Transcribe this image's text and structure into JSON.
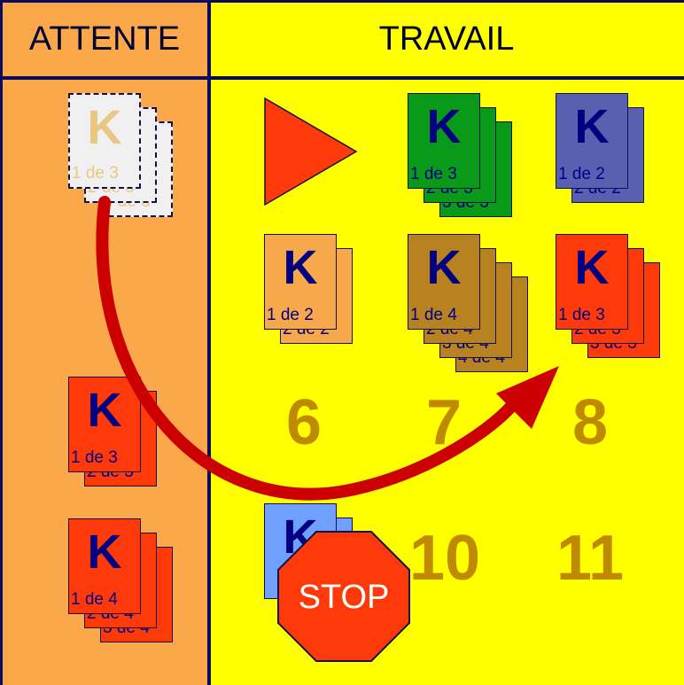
{
  "columns": {
    "attente": "ATTENTE",
    "travail": "TRAVAIL"
  },
  "kanban_letter": "K",
  "colors": {
    "attente_bg": "#fba84a",
    "travail_bg": "#ffff00",
    "ghost": "#f0f0f0",
    "green": "#0a9a1a",
    "slate": "#5a60b0",
    "orange": "#f6a84a",
    "brown": "#b7821f",
    "red": "#ff3a0a",
    "blue": "#6fa0ff",
    "number": "#c08a00",
    "arrow": "#cc0000"
  },
  "cards": {
    "attente_ghost": [
      "1 de 3",
      "2 de 3",
      "3 de 3"
    ],
    "attente_red3": [
      "1 de 3",
      "2 de 3"
    ],
    "attente_red4": [
      "1 de 4",
      "2 de 4",
      "3 de 4"
    ],
    "green": [
      "1 de 3",
      "2 de 3",
      "3 de 3"
    ],
    "slate": [
      "1 de 2",
      "2 de 2"
    ],
    "orange": [
      "1 de 2",
      "2 de 2"
    ],
    "brown": [
      "1 de 4",
      "2 de 4",
      "3 de 4",
      "4 de 4"
    ],
    "red": [
      "1 de 3",
      "2 de 3",
      "3 de 3"
    ]
  },
  "slots": [
    "6",
    "7",
    "8",
    "10",
    "11"
  ],
  "stop_label": "STOP"
}
